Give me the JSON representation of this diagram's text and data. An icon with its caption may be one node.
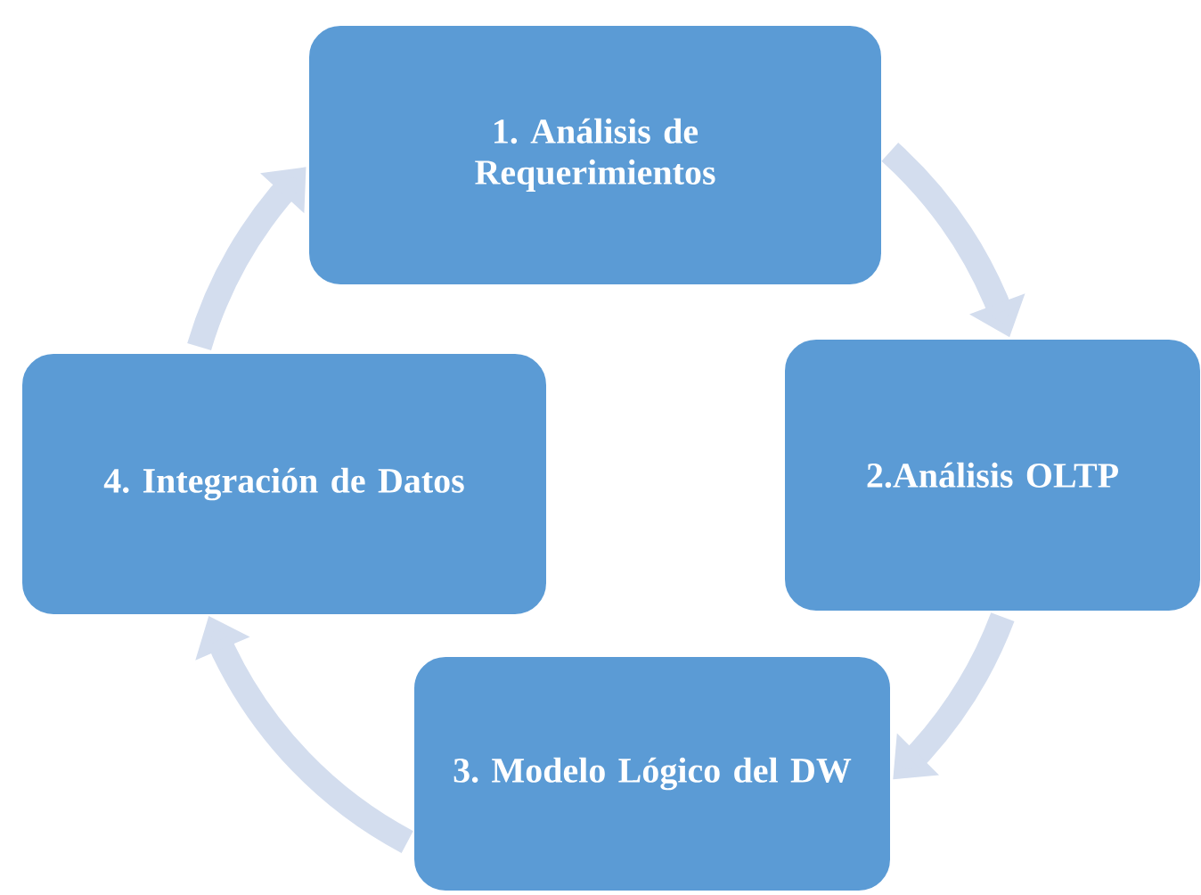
{
  "diagram": {
    "nodes": [
      {
        "text": [
          "1. Análisis de Requerimientos"
        ]
      },
      {
        "text": [
          "2.Análisis OLTP"
        ]
      },
      {
        "text": [
          "3. Modelo Lógico del DW"
        ]
      },
      {
        "text": [
          "4. Integración de Datos"
        ]
      }
    ],
    "edges": [
      {
        "from": 0,
        "to": 1,
        "arrow": "to"
      },
      {
        "from": 1,
        "to": 2,
        "arrow": "to"
      },
      {
        "from": 2,
        "to": 3,
        "arrow": "to"
      },
      {
        "from": 3,
        "to": 0,
        "arrow": "to"
      }
    ]
  }
}
